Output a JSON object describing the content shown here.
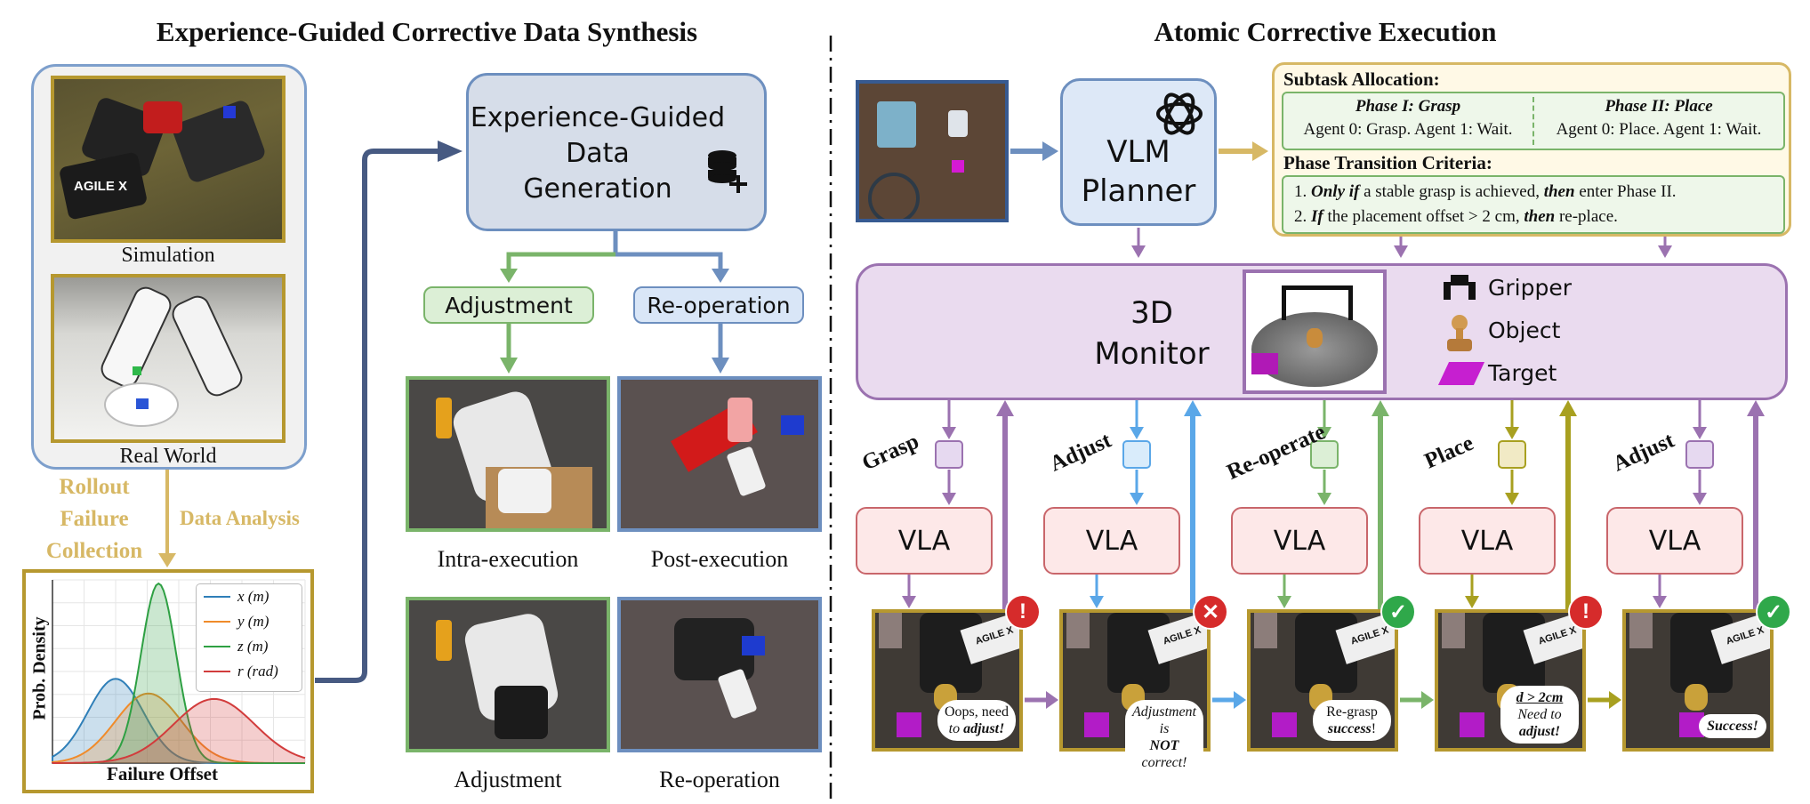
{
  "left": {
    "title": "Experience-Guided Corrective Data Synthesis",
    "sim_label": "Simulation",
    "real_label": "Real World",
    "rollout_label": "Rollout\nFailure\nCollection",
    "analysis_label": "Data Analysis",
    "gen_box": "Experience-Guided\nData\nGeneration",
    "adjust_pill": "Adjustment",
    "reop_pill": "Re-operation",
    "captions": [
      "Intra-execution",
      "Post-execution",
      "Adjustment",
      "Re-operation"
    ],
    "agilex_logo": "AGILE X"
  },
  "chart_data": {
    "type": "area",
    "xlabel": "Failure Offset",
    "ylabel": "Prob. Density",
    "grid": true,
    "legend_position": "top-right",
    "series": [
      {
        "name": "x (m)",
        "color": "#2f7fb8",
        "mean": 0.25,
        "sd": 0.11,
        "peak": 0.46
      },
      {
        "name": "y (m)",
        "color": "#f08b2a",
        "mean": 0.38,
        "sd": 0.13,
        "peak": 0.38
      },
      {
        "name": "z (m)",
        "color": "#2ea043",
        "mean": 0.42,
        "sd": 0.07,
        "peak": 0.98
      },
      {
        "name": "r (rad)",
        "color": "#d23c3c",
        "mean": 0.64,
        "sd": 0.16,
        "peak": 0.35
      }
    ]
  },
  "right": {
    "title": "Atomic Corrective Execution",
    "planner": "VLM\nPlanner",
    "monitor": "3D\nMonitor",
    "legend": [
      "Gripper",
      "Object",
      "Target"
    ],
    "alloc_title": "Subtask Allocation:",
    "phase1_title": "Phase I: Grasp",
    "phase1_text": "Agent 0: Grasp. Agent 1: Wait.",
    "phase2_title": "Phase II: Place",
    "phase2_text": "Agent 0: Place. Agent 1: Wait.",
    "criteria_title": "Phase Transition Criteria:",
    "criteria1": {
      "num": "1. ",
      "a": "Only if",
      "b": " a stable grasp is achieved, ",
      "c": "then",
      "d": " enter Phase II."
    },
    "criteria2": {
      "num": "2. ",
      "a": "If",
      "b": " the placement offset > 2 cm, ",
      "c": "then",
      "d": " re-place."
    },
    "vla_label": "VLA",
    "steps": [
      {
        "label": "Grasp",
        "color": "#9b72b0",
        "fill": "#e6d9f0",
        "badge": "!",
        "badge_color": "#d62b2b"
      },
      {
        "label": "Adjust",
        "color": "#5aa7e8",
        "fill": "#d9ecfb",
        "badge": "✕",
        "badge_color": "#d62b2b"
      },
      {
        "label": "Re-operate",
        "color": "#7ab46a",
        "fill": "#dcefd6",
        "badge": "✓",
        "badge_color": "#2fa84a"
      },
      {
        "label": "Place",
        "color": "#a8a020",
        "fill": "#f1eac5",
        "badge": "!",
        "badge_color": "#d62b2b"
      },
      {
        "label": "Adjust",
        "color": "#9b72b0",
        "fill": "#e6d9f0",
        "badge": "✓",
        "badge_color": "#2fa84a"
      }
    ],
    "bubbles": [
      {
        "l1": "Oops, need",
        "l2a": "to ",
        "l2b": "adjust!"
      },
      {
        "l1": "Adjustment is",
        "l2a": "",
        "l2b": "NOT",
        "l2c": " correct!"
      },
      {
        "l1": "Re-grasp",
        "l2a": "",
        "l2b": "success",
        "l2c": "!"
      },
      {
        "l1": "d > 2cm",
        "l2": "Need to",
        "l3": "adjust!"
      },
      {
        "l1": "Success!"
      }
    ],
    "agilex_logo": "AGILE X"
  }
}
